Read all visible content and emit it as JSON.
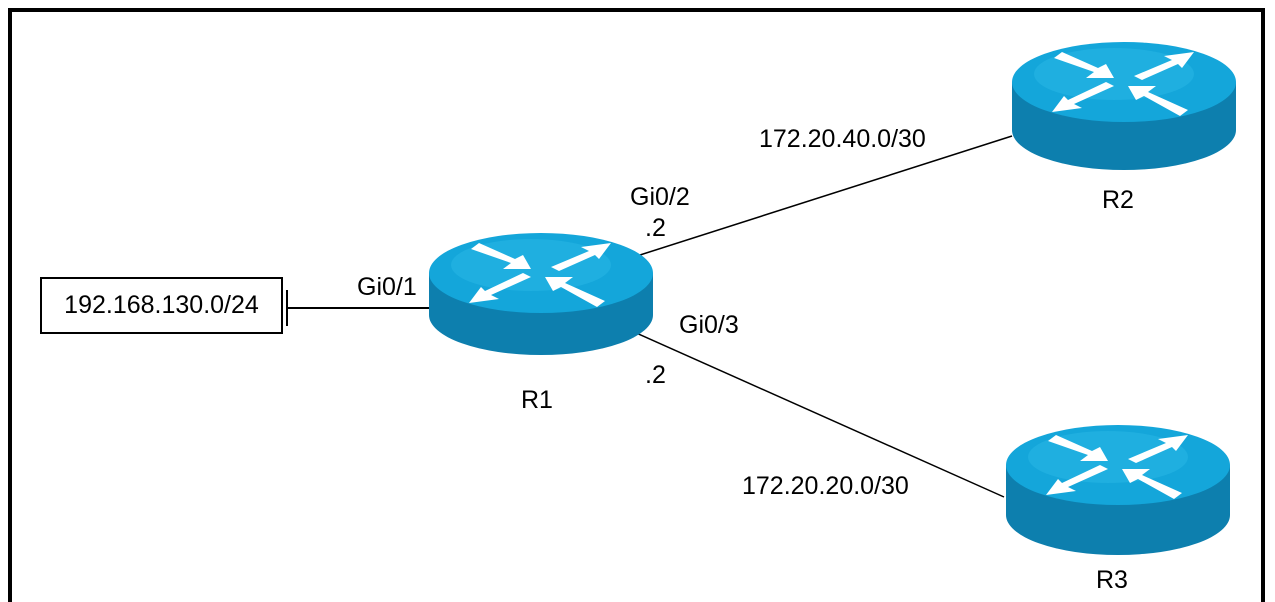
{
  "colors": {
    "router_top": "#12a5d8",
    "router_top_highlight": "#3cc4f0",
    "router_side": "#0d7fae",
    "router_side_dark": "#0a6a93",
    "arrow": "#ffffff",
    "line": "#000000"
  },
  "lan_subnet": "192.168.130.0/24",
  "routers": {
    "r1": {
      "name": "R1"
    },
    "r2": {
      "name": "R2"
    },
    "r3": {
      "name": "R3"
    }
  },
  "interfaces": {
    "gi01": "Gi0/1",
    "gi02": "Gi0/2",
    "gi02_host": ".2",
    "gi03": "Gi0/3",
    "gi03_host": ".2"
  },
  "links": {
    "r1_r2_subnet": "172.20.40.0/30",
    "r1_r3_subnet": "172.20.20.0/30"
  }
}
